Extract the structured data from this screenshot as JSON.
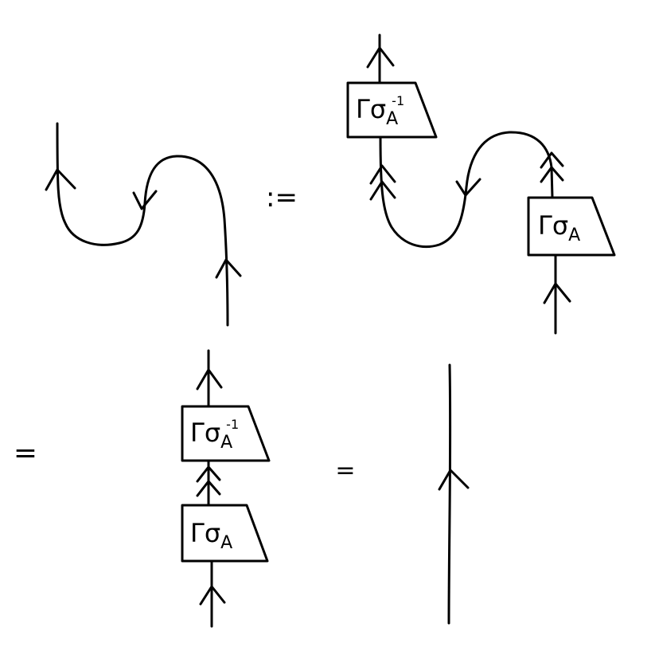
{
  "definition_symbol": ":=",
  "equals_symbol": "=",
  "boxes": {
    "inverse": {
      "sigma_label": "σ",
      "subscript": "A",
      "superscript": "-1"
    },
    "forward": {
      "sigma_label": "σ",
      "subscript": "A"
    }
  },
  "ink_color": "#000000",
  "background_color": "#ffffff"
}
